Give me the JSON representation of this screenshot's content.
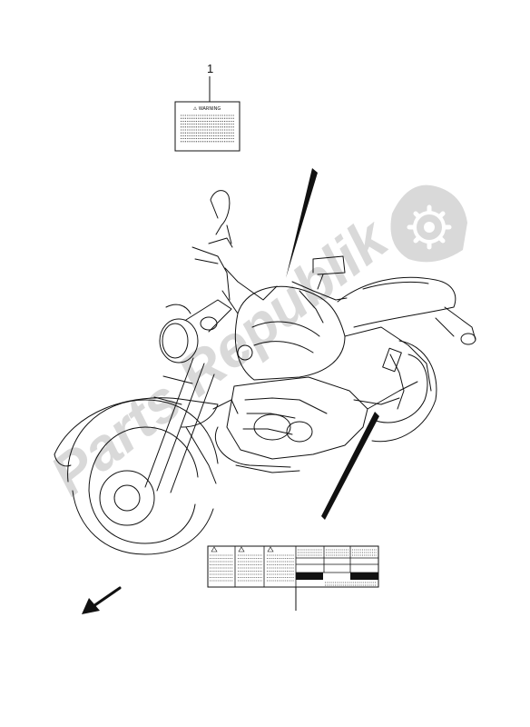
{
  "callouts": {
    "part_1": "1"
  },
  "warning_label": {
    "heading": "⚠ WARNING"
  },
  "watermark": {
    "text": "Parts Republik",
    "icon": "gear-icon"
  },
  "colors": {
    "line": "#111111",
    "watermark": "#d9d9d9",
    "background": "#ffffff"
  }
}
